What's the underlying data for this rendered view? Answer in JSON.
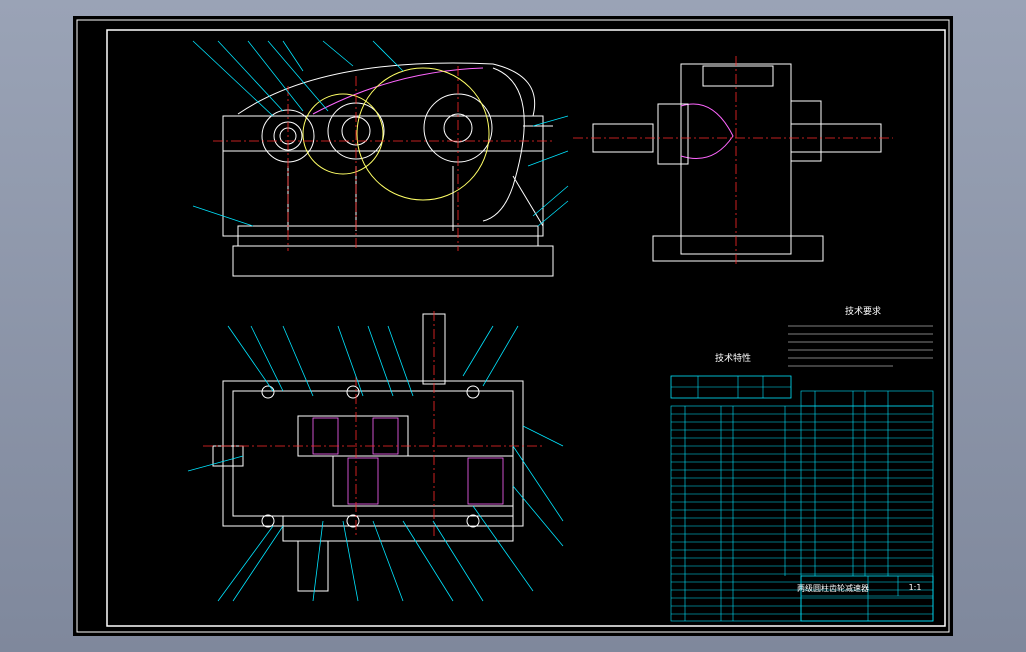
{
  "drawing": {
    "tech_requirements_title": "技术要求",
    "tech_characteristics_title": "技术特性",
    "title_block_name": "两级圆柱齿轮减速器",
    "scale": "1:1"
  },
  "colors": {
    "outline": "#ffffff",
    "centerline": "#ff2a2a",
    "leader": "#00e5ff",
    "gear_arc": "#ffff66",
    "hatch": "#ff66ff",
    "table": "#00e5ff",
    "text": "#ffffff"
  }
}
